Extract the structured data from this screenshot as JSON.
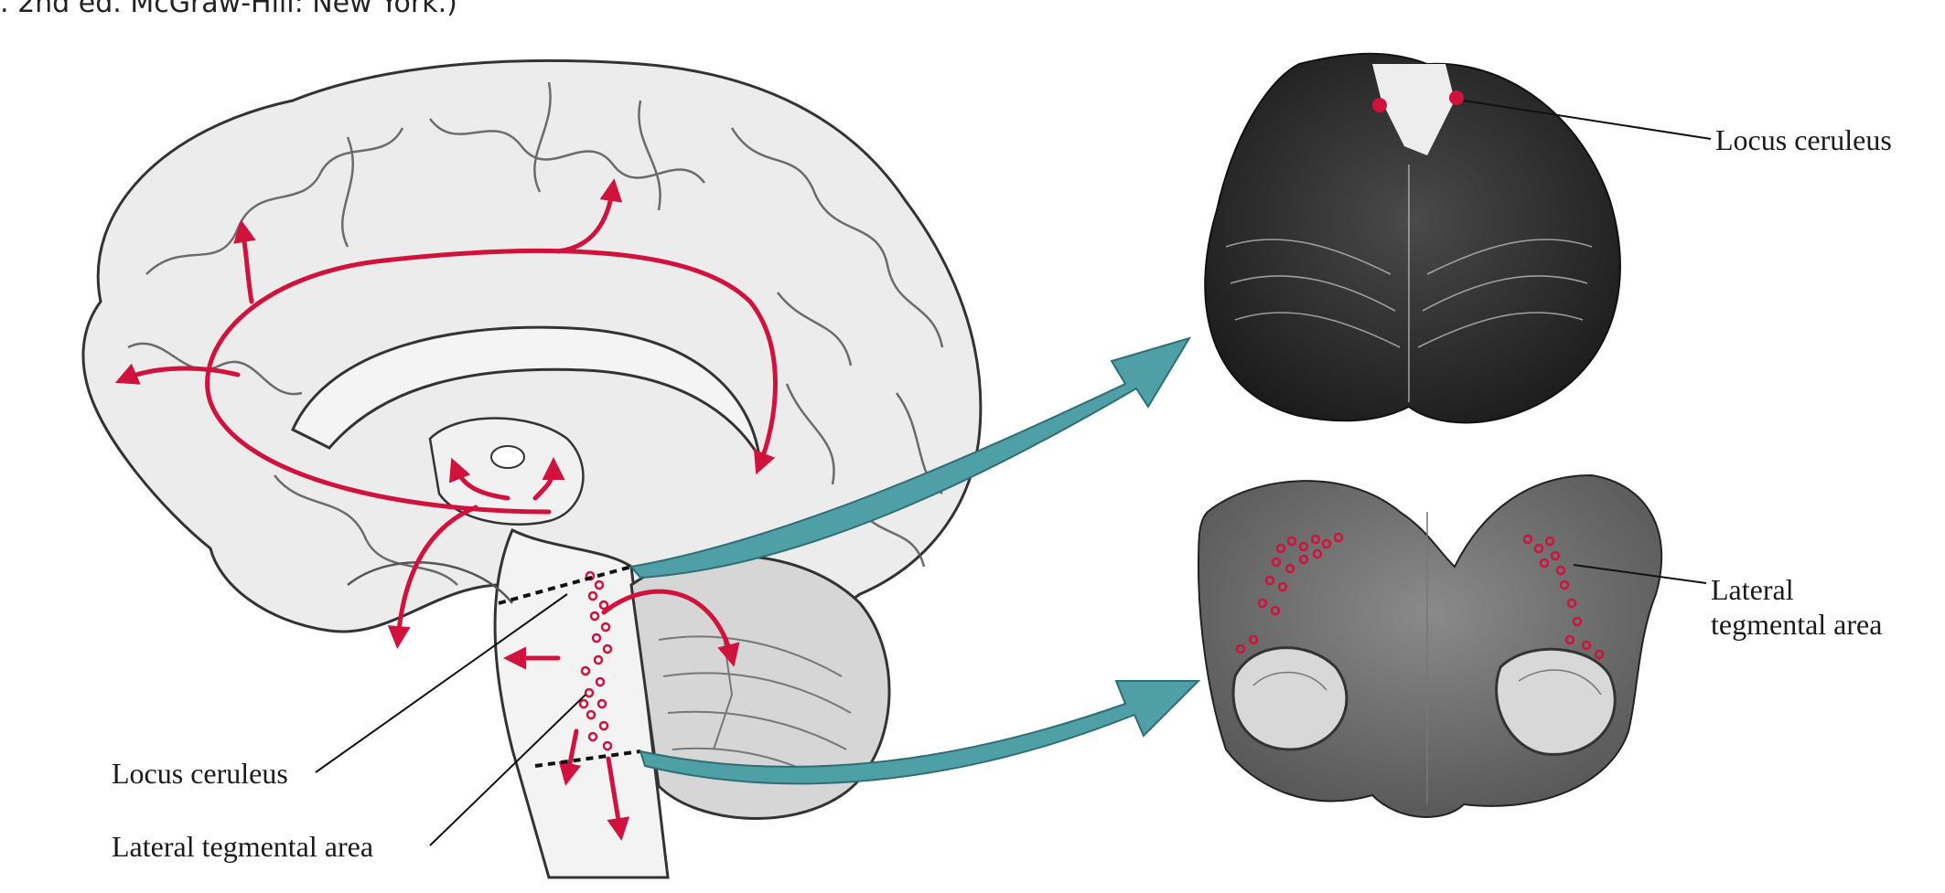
{
  "caption": {
    "fragment": ". 2nd ed. McGraw-Hill: New York.)"
  },
  "labels": {
    "left_locus": "Locus ceruleus",
    "left_lateral": "Lateral tegmental area",
    "right_locus": "Locus ceruleus",
    "right_lateral_line1": "Lateral",
    "right_lateral_line2": "tegmental area"
  },
  "colors": {
    "pathway_red": "#d0123c",
    "connector_teal": "#4e9fa6",
    "brain_fill": "#ececec",
    "outline": "#333333",
    "section_dark": "#2b2b2b",
    "section_gray": "#6a6a6a"
  }
}
